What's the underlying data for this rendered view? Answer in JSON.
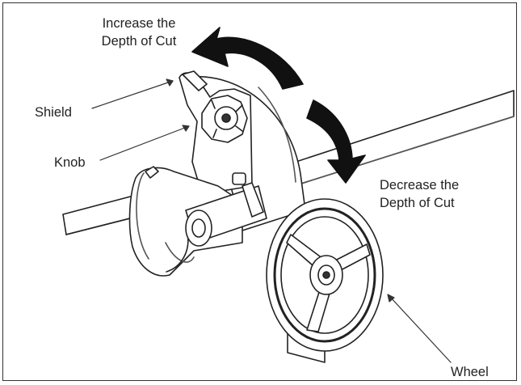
{
  "labels": {
    "increase_line1": "Increase the",
    "increase_line2": "Depth of Cut",
    "decrease_line1": "Decrease the",
    "decrease_line2": "Depth of Cut",
    "shield": "Shield",
    "knob": "Knob",
    "wheel": "Wheel"
  },
  "colors": {
    "stroke": "#222222",
    "arrow_fill": "#111111",
    "shade": "#dcdcdc",
    "background": "#ffffff"
  }
}
